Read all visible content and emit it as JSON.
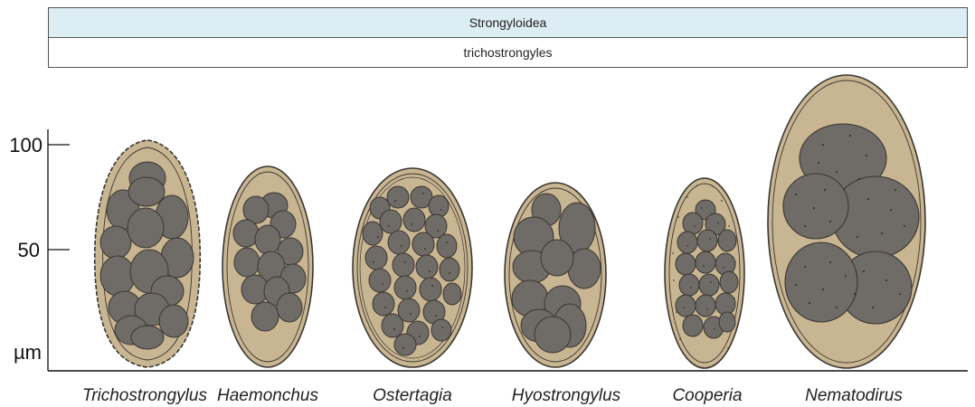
{
  "header": {
    "superfamily": "Strongyloidea",
    "group": "trichostrongyles"
  },
  "axis": {
    "unit": "µm",
    "ticks": [
      "100",
      "50"
    ]
  },
  "eggs": [
    {
      "name": "Trichostrongylus"
    },
    {
      "name": "Haemonchus"
    },
    {
      "name": "Ostertagia"
    },
    {
      "name": "Hyostrongylus"
    },
    {
      "name": "Cooperia"
    },
    {
      "name": "Nematodirus"
    }
  ],
  "colors": {
    "shell": "#c8b591",
    "shell_inner": "#d2c09c",
    "blastomere": "#6f6b66",
    "outline": "#3b3632",
    "band": "#dcedf3"
  }
}
